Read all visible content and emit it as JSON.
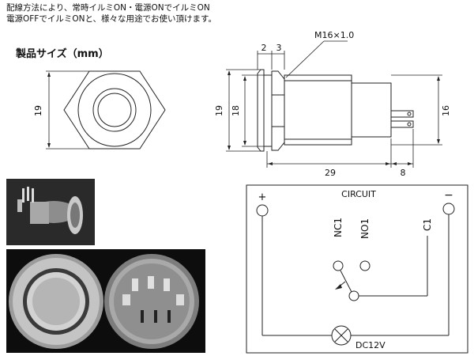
{
  "intro": {
    "line1": "配線方法により、常時イルミON・電源ONでイルミON",
    "line2": "電源OFFでイルミONと、様々な用途でお使い頂けます。"
  },
  "size_section": {
    "title": "製品サイズ（mm）"
  },
  "front_view": {
    "dim_height": "19"
  },
  "side_view": {
    "thread_label": "M16×1.0",
    "dim_2": "2",
    "dim_3": "3",
    "dim_19": "19",
    "dim_18": "18",
    "dim_16": "16",
    "dim_29": "29",
    "dim_8": "8"
  },
  "circuit": {
    "title": "CIRCUIT",
    "plus": "+",
    "minus": "−",
    "nc1": "NC1",
    "no1": "NO1",
    "c1": "C1",
    "lamp_label": "DC12V"
  },
  "colors": {
    "line": "#222222",
    "photo_bg": "#111111",
    "metal": "#b9b9b9"
  }
}
